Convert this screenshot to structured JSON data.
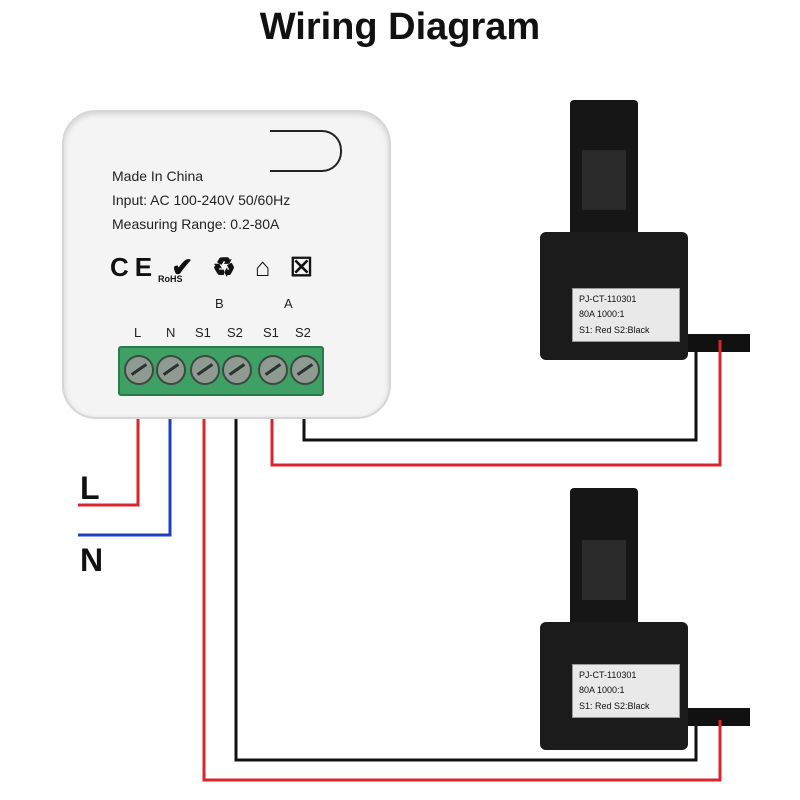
{
  "title": "Wiring Diagram",
  "module": {
    "info_lines": [
      "Made In China",
      "Input: AC 100-240V 50/60Hz",
      "Measuring Range: 0.2-80A"
    ],
    "symbols": "CE ✔ ♻ ⌂ ☒",
    "rohs": "RoHS",
    "group_labels": [
      "B",
      "A"
    ],
    "terminals": [
      "L",
      "N",
      "S1",
      "S2",
      "S1",
      "S2"
    ]
  },
  "ct_sensors": [
    {
      "model": "PJ-CT-110301",
      "rating": "80A 1000:1",
      "wires": "S1: Red  S2:Black"
    },
    {
      "model": "PJ-CT-110301",
      "rating": "80A 1000:1",
      "wires": "S1: Red  S2:Black"
    }
  ],
  "mains_labels": [
    "L",
    "N"
  ],
  "colors": {
    "live": "#d9262c",
    "neutral": "#1f3fbf",
    "ct_signal": "#111111",
    "terminal_block": "#3fa066"
  }
}
